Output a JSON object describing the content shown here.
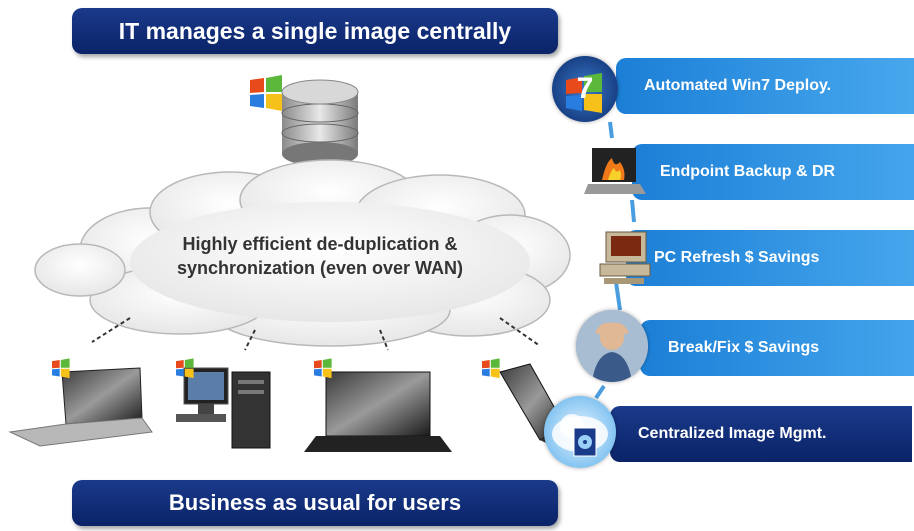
{
  "header": {
    "title": "IT manages a single image centrally"
  },
  "cloud": {
    "line1": "Highly efficient de-duplication &",
    "line2": "synchronization (even over WAN)"
  },
  "footer": {
    "title": "Business as usual for users"
  },
  "benefits": [
    {
      "label": "Automated Win7 Deploy.",
      "icon": "windows7-logo-icon"
    },
    {
      "label": "Endpoint  Backup & DR",
      "icon": "burning-laptop-icon"
    },
    {
      "label": "PC Refresh $ Savings",
      "icon": "old-pc-icon"
    },
    {
      "label": "Break/Fix $ Savings",
      "icon": "frustrated-user-icon"
    },
    {
      "label": "Centralized Image Mgmt.",
      "icon": "cloud-disk-icon"
    }
  ],
  "colors": {
    "navy": "#0b2368",
    "blue": "#1c7fd6",
    "cloud": "#e6e6e6"
  },
  "devices": [
    "laptop-icon",
    "desktop-pc-icon",
    "laptop-icon",
    "laptop-icon"
  ]
}
